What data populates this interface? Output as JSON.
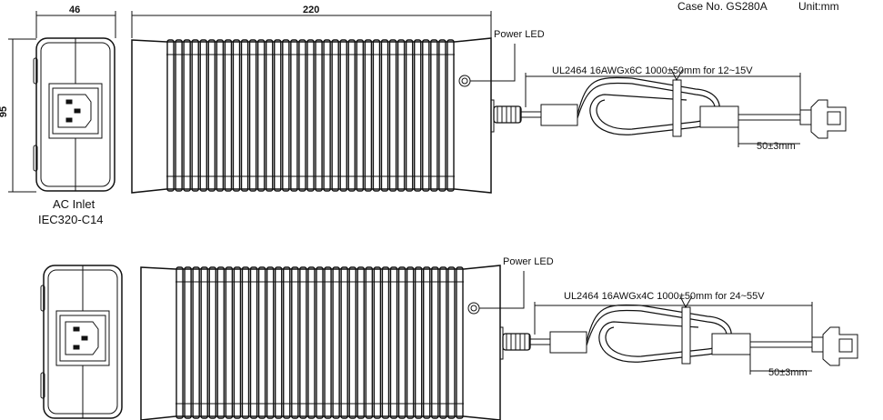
{
  "header": {
    "case_no": "Case No. GS280A",
    "unit": "Unit:mm"
  },
  "dimensions": {
    "width": "46",
    "length": "220",
    "height": "95"
  },
  "ac_inlet": {
    "line1": "AC Inlet",
    "line2": "IEC320-C14"
  },
  "views": [
    {
      "led_label": "Power LED",
      "cable_label": "UL2464 16AWGx6C 1000±50mm for 12~15V",
      "connector_dim": "50±3mm"
    },
    {
      "led_label": "Power LED",
      "cable_label": "UL2464 16AWGx4C 1000±50mm for 24~55V",
      "connector_dim": "50±3mm"
    }
  ],
  "colors": {
    "line": "#111111",
    "background": "#ffffff"
  }
}
